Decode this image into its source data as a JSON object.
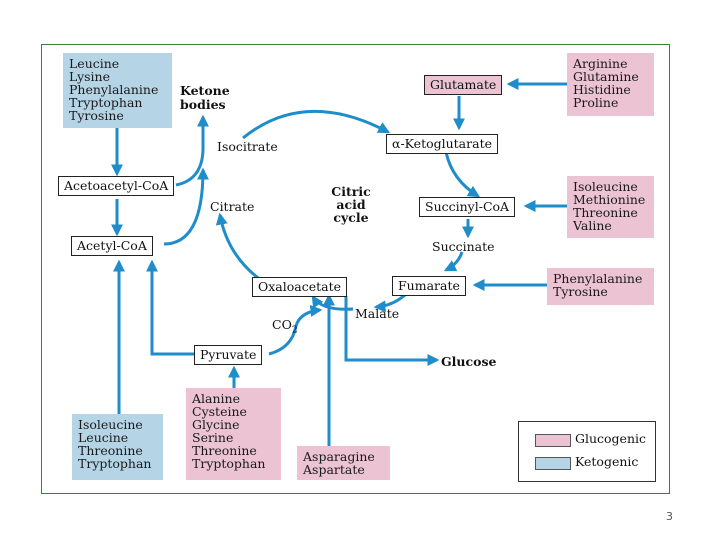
{
  "slide": {
    "page_number": "3"
  },
  "diagram": {
    "sources": {
      "ketogenic_top": [
        "Leucine",
        "Lysine",
        "Phenylalanine",
        "Tryptophan",
        "Tyrosine"
      ],
      "glutamate_sources": [
        "Arginine",
        "Glutamine",
        "Histidine",
        "Proline"
      ],
      "succinyl_sources": [
        "Isoleucine",
        "Methionine",
        "Threonine",
        "Valine"
      ],
      "fumarate_sources": [
        "Phenylalanine",
        "Tyrosine"
      ],
      "acetyl_sources": [
        "Isoleucine",
        "Leucine",
        "Threonine",
        "Tryptophan"
      ],
      "pyruvate_sources": [
        "Alanine",
        "Cysteine",
        "Glycine",
        "Serine",
        "Threonine",
        "Tryptophan"
      ],
      "oxaloacetate_sources": [
        "Asparagine",
        "Aspartate"
      ]
    },
    "nodes": {
      "acetoacetyl_coa": "Acetoacetyl-CoA",
      "acetyl_coa": "Acetyl-CoA",
      "pyruvate": "Pyruvate",
      "oxaloacetate": "Oxaloacetate",
      "fumarate": "Fumarate",
      "succinyl_coa": "Succinyl-CoA",
      "ketoglutarate": "α-Ketoglutarate",
      "glutamate": "Glutamate"
    },
    "labels": {
      "ketone_line1": "Ketone",
      "ketone_line2": "bodies",
      "isocitrate": "Isocitrate",
      "citrate": "Citrate",
      "succinate": "Succinate",
      "malate": "Malate",
      "co2": "CO",
      "co2_sub": "2",
      "glucose": "Glucose",
      "cycle_line1": "Citric",
      "cycle_line2": "acid",
      "cycle_line3": "cycle"
    },
    "legend": {
      "glucogenic": "Glucogenic",
      "ketogenic": "Ketogenic",
      "glucogenic_color": "#ebc3d3",
      "ketogenic_color": "#b5d5e6"
    },
    "colors": {
      "arrow": "#1f8dc9",
      "frame": "#3f7d3f"
    }
  }
}
